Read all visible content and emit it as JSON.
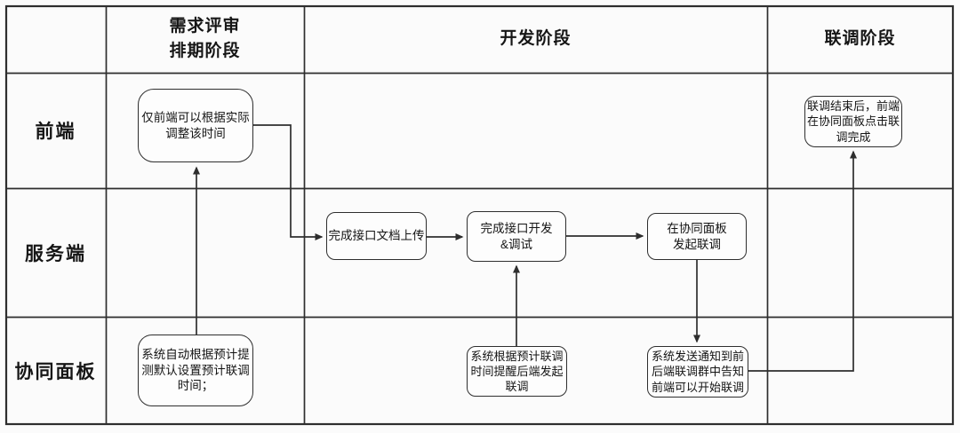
{
  "diagram": {
    "title_hint": "swimlane-flowchart",
    "columns": [
      {
        "id": "review",
        "label": "需求评审\n排期阶段"
      },
      {
        "id": "develop",
        "label": "开发阶段"
      },
      {
        "id": "joint-debug",
        "label": "联调阶段"
      }
    ],
    "rows": [
      {
        "id": "frontend",
        "label": "前端"
      },
      {
        "id": "server",
        "label": "服务端"
      },
      {
        "id": "panel",
        "label": "协同面板"
      }
    ],
    "nodes": {
      "frontend_adjust": {
        "label": "仅前端可以根据实际\n调整该时间"
      },
      "upload_doc": {
        "label": "完成接口文档上传"
      },
      "dev_debug": {
        "label": "完成接口开发\n&调试"
      },
      "initiate_joint": {
        "label": "在协同面板\n发起联调"
      },
      "complete_joint": {
        "label": "联调结束后，前端\n在协同面板点击联\n调完成"
      },
      "auto_set_time": {
        "label": "系统自动根据预计提\n测默认设置预计联调\n时间；"
      },
      "remind_backend": {
        "label": "系统根据预计联调\n时间提醒后端发起\n联调"
      },
      "notify_group": {
        "label": "系统发送通知到前\n后端联调群中告知\n前端可以开始联调"
      }
    },
    "colors": {
      "line": "#2e2e2e",
      "node_fill": "#fdfdfd",
      "background": "#fbfbfb",
      "text": "#161616"
    }
  }
}
